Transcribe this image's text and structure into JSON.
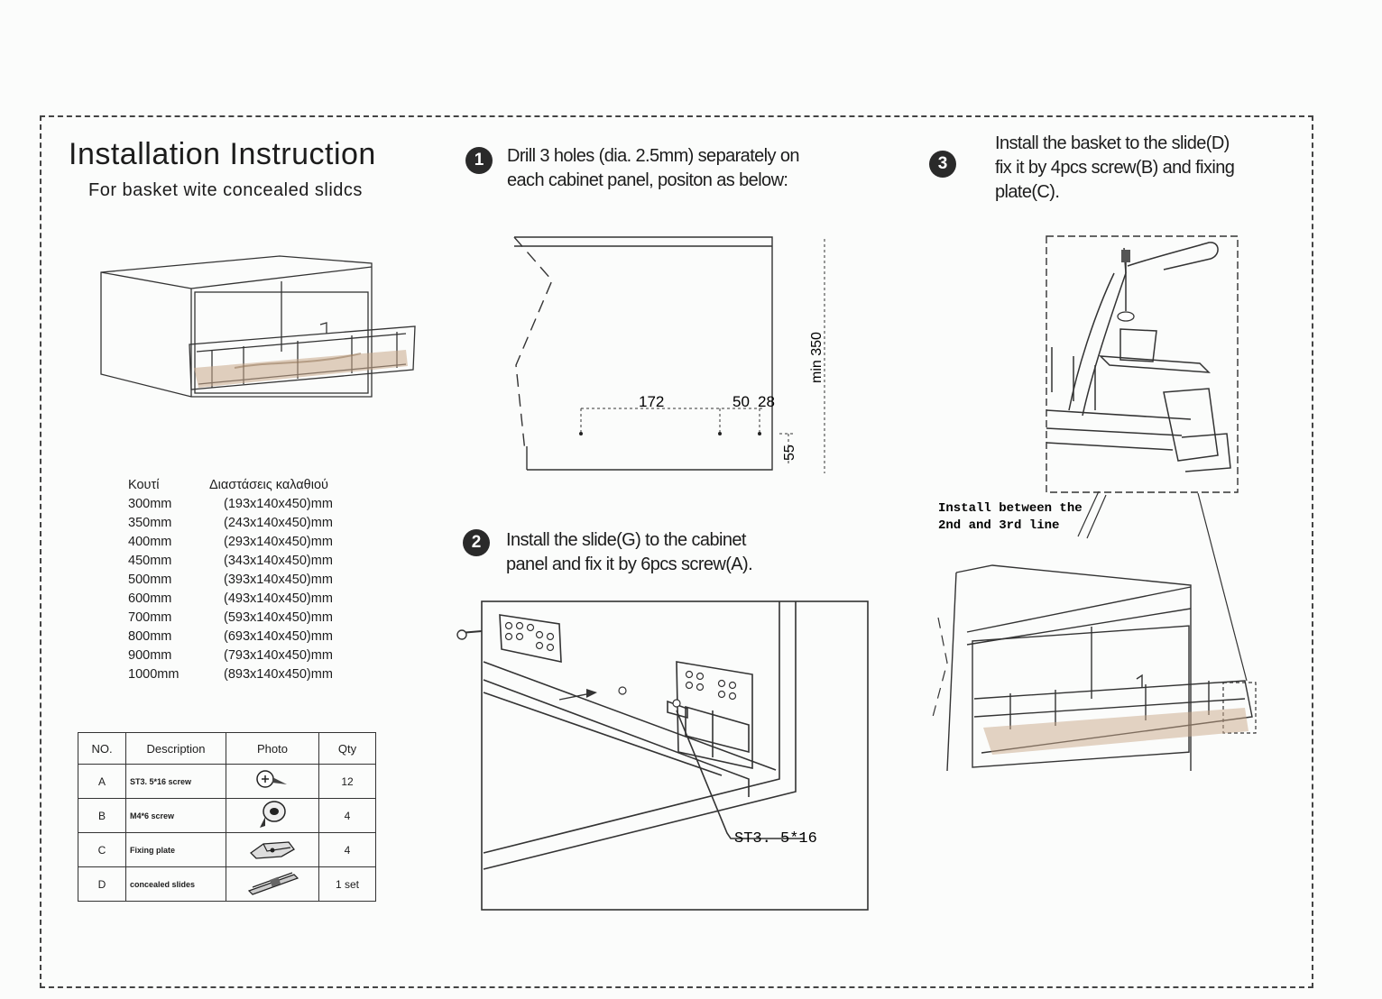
{
  "header": {
    "title": "Installation Instruction",
    "subtitle": "For basket wite  concealed  slidcs"
  },
  "steps": [
    {
      "number": "1",
      "line1": "Drill 3 holes (dia. 2.5mm) separately on",
      "line2": "each cabinet panel, positon as below:"
    },
    {
      "number": "2",
      "line1": "Install the slide(G) to the cabinet",
      "line2": "panel and fix it by 6pcs screw(A)."
    },
    {
      "number": "3",
      "line1": "Install the basket to the slide(D)",
      "line2": "fix it by 4pcs  screw(B) and fixing",
      "line3": "plate(C)."
    }
  ],
  "drill_diagram": {
    "dim_172": "172",
    "dim_50": "50",
    "dim_28": "28",
    "dim_55": "55",
    "dim_min350": "min 350"
  },
  "slide_diagram": {
    "screw_label": "ST3. 5*16"
  },
  "basket_diagram": {
    "note_line1": "Install between the",
    "note_line2": "2nd and 3rd line"
  },
  "sizes_table": {
    "col_box": "Κουτί",
    "col_dims": "Διαστάσεις  καλαθιού",
    "rows": [
      {
        "box": "300mm",
        "dims": "(193x140x450)mm"
      },
      {
        "box": "350mm",
        "dims": "(243x140x450)mm"
      },
      {
        "box": "400mm",
        "dims": "(293x140x450)mm"
      },
      {
        "box": "450mm",
        "dims": "(343x140x450)mm"
      },
      {
        "box": "500mm",
        "dims": "(393x140x450)mm"
      },
      {
        "box": "600mm",
        "dims": "(493x140x450)mm"
      },
      {
        "box": "700mm",
        "dims": "(593x140x450)mm"
      },
      {
        "box": "800mm",
        "dims": "(693x140x450)mm"
      },
      {
        "box": "900mm",
        "dims": "(793x140x450)mm"
      },
      {
        "box": "1000mm",
        "dims": "(893x140x450)mm"
      }
    ]
  },
  "parts_table": {
    "headers": {
      "no": "NO.",
      "desc": "Description",
      "photo": "Photo",
      "qty": "Qty"
    },
    "rows": [
      {
        "no": "A",
        "desc": "ST3. 5*16 screw",
        "icon": "screw-a-icon",
        "qty": "12"
      },
      {
        "no": "B",
        "desc": "M4*6 screw",
        "icon": "screw-b-icon",
        "qty": "4"
      },
      {
        "no": "C",
        "desc": "Fixing plate",
        "icon": "fixing-plate-icon",
        "qty": "4"
      },
      {
        "no": "D",
        "desc": "concealed slides",
        "icon": "slide-icon",
        "qty": "1 set"
      }
    ]
  }
}
